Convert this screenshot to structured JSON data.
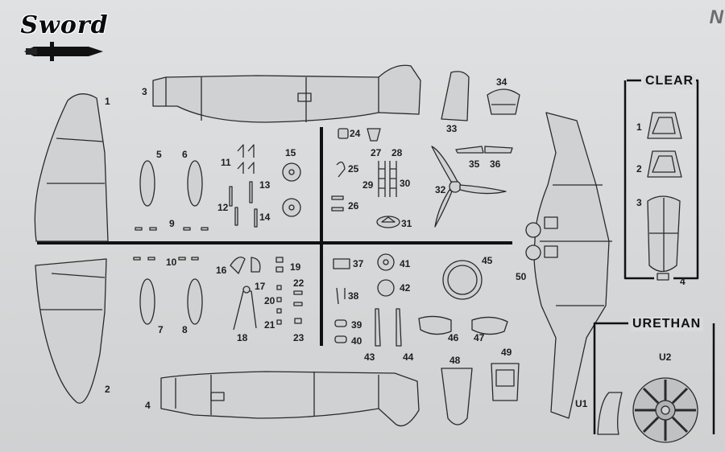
{
  "brand": {
    "logo_text": "Sword"
  },
  "corner_text": "N",
  "boxes": {
    "clear_title": "CLEAR",
    "urethan_title": "URETHAN"
  },
  "labels": {
    "n1": "1",
    "n2": "2",
    "n3": "3",
    "n4": "4",
    "n5": "5",
    "n6": "6",
    "n7": "7",
    "n8": "8",
    "n9": "9",
    "n10": "10",
    "n11": "11",
    "n12": "12",
    "n13": "13",
    "n14": "14",
    "n15": "15",
    "n16": "16",
    "n17": "17",
    "n18": "18",
    "n19": "19",
    "n20": "20",
    "n21": "21",
    "n22": "22",
    "n23": "23",
    "n24": "24",
    "n25": "25",
    "n26": "26",
    "n27": "27",
    "n28": "28",
    "n29": "29",
    "n30": "30",
    "n31": "31",
    "n32": "32",
    "n33": "33",
    "n34": "34",
    "n35": "35",
    "n36": "36",
    "n37": "37",
    "n38": "38",
    "n39": "39",
    "n40": "40",
    "n41": "41",
    "n42": "42",
    "n43": "43",
    "n44": "44",
    "n45": "45",
    "n46": "46",
    "n47": "47",
    "n48": "48",
    "n49": "49",
    "n50": "50",
    "c1": "1",
    "c2": "2",
    "c3": "3",
    "c4": "4",
    "u1": "U1",
    "u2": "U2"
  }
}
